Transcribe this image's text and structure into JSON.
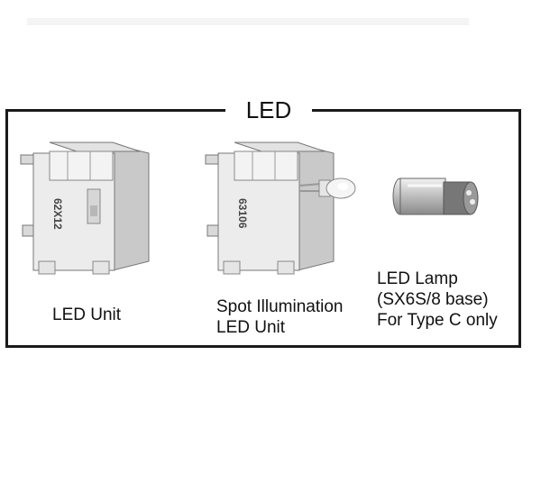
{
  "section": {
    "title": "LED"
  },
  "items": [
    {
      "caption_lines": [
        "LED Unit"
      ],
      "marking": "62X12",
      "icon": "led-unit-icon"
    },
    {
      "caption_lines": [
        "Spot Illumination",
        "LED Unit"
      ],
      "marking": "63106",
      "icon": "spot-illumination-led-unit-icon"
    },
    {
      "caption_lines": [
        "LED Lamp",
        "(SX6S/8 base)",
        "For Type C only"
      ],
      "icon": "led-lamp-icon"
    }
  ],
  "colors": {
    "border": "#1a1a1a",
    "housing": "#ececec",
    "housing_shade": "#c9c9c9",
    "lamp_base": "#8a8a8a"
  }
}
